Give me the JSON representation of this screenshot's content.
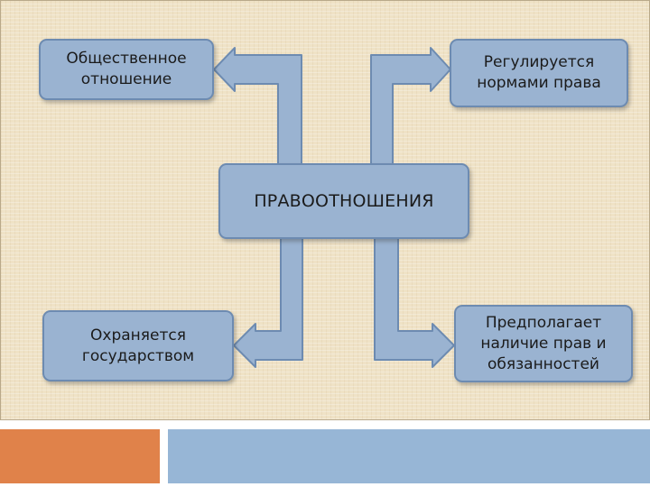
{
  "diagram": {
    "center": "ПРАВООТНОШЕНИЯ",
    "top_left": "Общественное\nотношение",
    "top_right": "Регулируется\nнормами права",
    "bottom_left": "Охраняется\nгосударством",
    "bottom_right": "Предполагает\nналичие прав  и\nобязанностей"
  },
  "colors": {
    "box_fill": "#9ab3d1",
    "box_border": "#6d8bb1",
    "accent_orange": "#e0824a",
    "accent_blue": "#97b6d6"
  }
}
